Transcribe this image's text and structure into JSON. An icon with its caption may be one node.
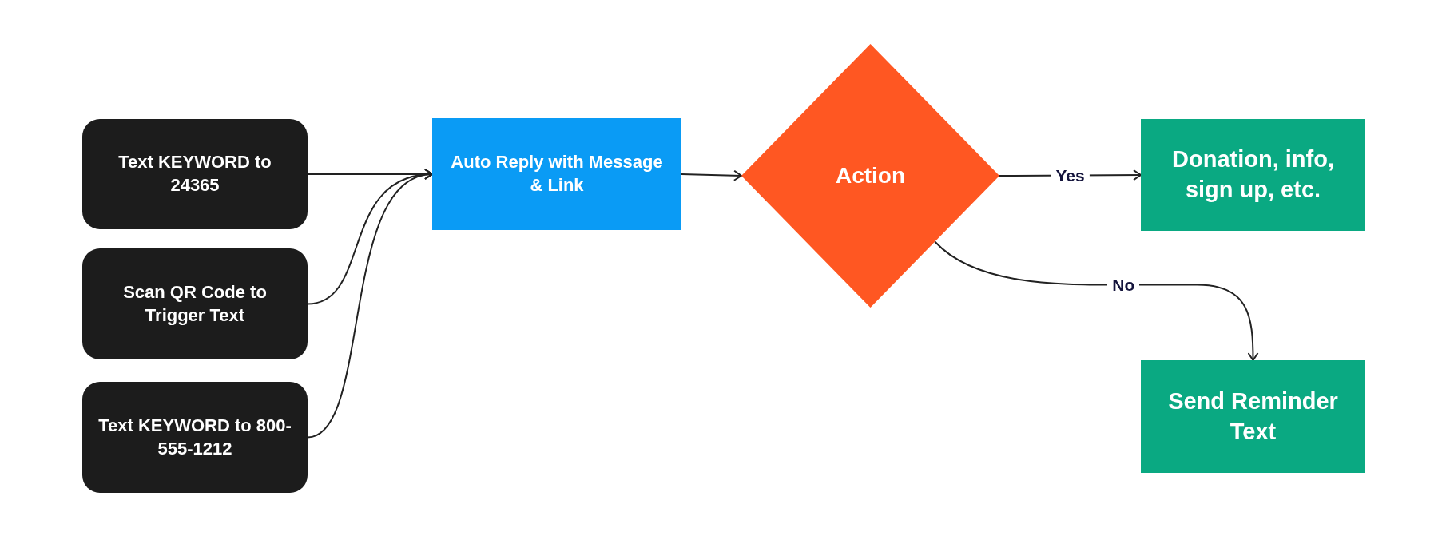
{
  "diagram": {
    "nodes": [
      {
        "text": [
          "Text KEYWORD to 24365"
        ]
      },
      {
        "text": [
          "Scan QR Code to Trigger Text"
        ]
      },
      {
        "text": [
          "Text KEYWORD to 800-555-1212"
        ]
      },
      {
        "text": [
          "Auto Reply with Message & Link"
        ]
      },
      {
        "text": [
          "Action"
        ]
      },
      {
        "text": [
          "Donation, info, sign up, etc."
        ]
      },
      {
        "text": [
          "Send Reminder Text"
        ]
      }
    ],
    "edges": [
      {
        "from": 0,
        "to": 3,
        "arrow": "to"
      },
      {
        "from": 1,
        "to": 3,
        "arrow": "to"
      },
      {
        "from": 2,
        "to": 3,
        "arrow": "to"
      },
      {
        "from": 3,
        "to": 4,
        "arrow": "to"
      },
      {
        "from": 4,
        "to": 5,
        "arrow": "to",
        "label": "Yes"
      },
      {
        "from": 4,
        "to": 6,
        "arrow": "to",
        "label": "No"
      }
    ]
  }
}
